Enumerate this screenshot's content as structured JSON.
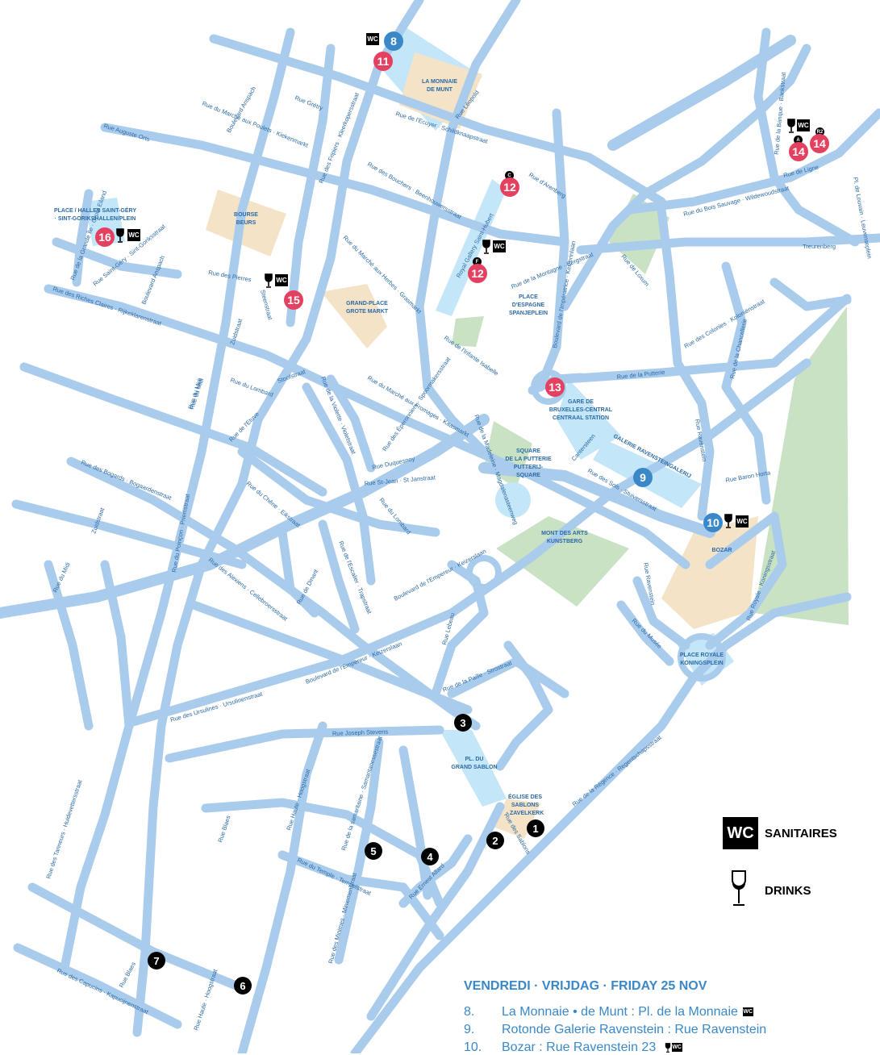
{
  "colors": {
    "road": "#a9cbec",
    "square": "#c4e6f9",
    "building": "#f4e3c7",
    "park": "#c9e2c4",
    "accent_blue": "#3a88c8",
    "accent_red": "#e4405f",
    "label_blue": "#2b6aa5"
  },
  "places": {
    "monnaie": [
      "LA MONNAIE",
      "DE MUNT"
    ],
    "bourse": [
      "BOURSE",
      "BEURS"
    ],
    "grand_place": [
      "GRAND-PLACE",
      "GROTE MARKT"
    ],
    "saint_gery": [
      "PLACE / HALLES SAINT-GÉRY",
      "· SINT-GORIKSHALLEN/PLEIN"
    ],
    "espagne": [
      "PLACE",
      "D'ESPAGNE",
      "SPANJEPLEIN"
    ],
    "gare_central": [
      "GARE DE",
      "BRUXELLES-CENTRAL",
      "CENTRAAL STATION"
    ],
    "putterie": [
      "SQUARE",
      "DE LA PUTTERIE",
      "PUTTERIJ-",
      "SQUARE"
    ],
    "ravenstein": "GALERIE RAVENSTEINGALERIJ",
    "mont_des_arts": [
      "MONT DES ARTS",
      "KUNSTBERG"
    ],
    "bozar": "BOZAR",
    "place_royale": [
      "PLACE ROYALE",
      "KONINGSPLEIN"
    ],
    "grand_sablon": [
      "PL. DU",
      "GRAND SABLON"
    ],
    "sablons": [
      "ÉGLISE DES",
      "SABLONS",
      "· ZAVELKERK"
    ]
  },
  "streets": {
    "s1": "Rue Auguste Orts",
    "s2": "Rue du Marché aux Poulets · Kiekenmarkt",
    "s3": "Boulevard Anspach",
    "s4": "Rue Grétry",
    "s5": "Rue des Fripiers · Kleerkopersstraat",
    "s6": "Rue de l'Ecuyer · Schildknaapstraat",
    "s7": "Rue Léopold",
    "s8": "Rue des Bouchers · Beenhouwersstraat",
    "s9": "Rue du Marché aux Herbes · Grasmarkt",
    "s10": "Royal Gallery Saint-Hubert",
    "s11": "Rue de la Montagne · Bergstraat",
    "s12": "Rue d'Arenberg",
    "s13": "Boulevard de l'Impératrice · Keizerinlaan",
    "s14": "Rue de Loxum",
    "s15": "Rue du Bois Sauvage · Wildewoudstraat",
    "s16": "Treurenberg",
    "s17": "Rue de la Banque · Bankstraat",
    "s18": "Rue de Ligne",
    "s19": "Pl. de Louvain · Leuvenseplein",
    "s20": "Rue des Colonies · Koloniënstraat",
    "s21": "Rue de la Chancellerie",
    "s22": "Rue de la Putterie",
    "s23": "Rue Ravenstein",
    "s24": "Cantersteen",
    "s25": "Rue des Sols · Stuiversstraat",
    "s26": "Rue Baron Horta",
    "s27": "Rue Royale · Koningsstraat",
    "s28": "Rue du Musée",
    "s29": "Rue Ravenstein",
    "s30": "Rue des Pierres",
    "s31": "Steenstraat",
    "s32": "Rue des Riches Claires · Rijkeklarenstraat",
    "s33": "Rue du Midi",
    "s34": "Zuidstraat",
    "s35": "Rue du Lombard",
    "s36": "Rue de l'Etuve",
    "s37": "Stoofstraat",
    "s38": "Rue de la Violette · Violetstraat",
    "s39": "Rue du Marché aux Fromages · Kaasmarkt",
    "s40": "Rue des Éperonniers · Spoormakersstraat",
    "s41": "Rue de l'Infante Isabelle",
    "s42": "Rue de la Madeleine · Magdalenasteenweg",
    "s43": "Rue Duquesnoy",
    "s44": "Rue St-Jean · St Janstraat",
    "s45": "Rue du Lombard",
    "s46": "Rue du Chêne · Eikstraat",
    "s47": "Rue des Bogards · Bogaardenstraat",
    "s48": "Rue du Poinçon · Priemstraat",
    "s49": "Rue des Alexiens · Cellebroersstraat",
    "s50": "Rue de Dinant",
    "s51": "Rue de l'Escalier · Trapstraat",
    "s52": "Boulevard de l'Empereur · Keizerslaan",
    "s53": "Rue Lebeau",
    "s54": "Boulevard de l'Empereur · Keizerslaan",
    "s55": "Rue des Ursulines · Ursulinenstraat",
    "s56": "Rue de la Paille · Strostraat",
    "s57": "Rue Joseph Stevens",
    "s58": "Rue de la Régence · Regentschapsstraat",
    "s59": "Rue des Sablons",
    "s60": "Rue Ernest Allard",
    "s61": "Rue du Temple · Tempelstraat",
    "s62": "Rue des Minimes · Miniemenstraat",
    "s63": "Rue de la samaritaine · Samaritanessestraat",
    "s64": "Rue Haute · Hoogstraat",
    "s65": "Rue Blaes",
    "s66": "Rue des Tanneurs · Huidevettersstraat",
    "s67": "Rue des Capucins · Kapucijnenstraat",
    "s68": "Rue Blaes",
    "s69": "Rue Haute · Hoogstraat",
    "s70": "Rue de la Grande Île · Groot Eiland",
    "s71": "Rue Saint-Géry · Sint-Goriksstraat",
    "s72": "Rue du Midi",
    "s73": "Zuidstraat",
    "s74": "Boulevard Anspach",
    "s75": "Rue du Midi"
  },
  "markers": {
    "m8": "8",
    "m11": "11",
    "m12a": "12",
    "m12b": "12",
    "m13": "13",
    "m14a": "14",
    "m14b": "14",
    "m15": "15",
    "m16": "16",
    "m9": "9",
    "m10": "10",
    "b1": "1",
    "b2": "2",
    "b3": "3",
    "b4": "4",
    "b5": "5",
    "b6": "6",
    "b7": "7",
    "subs": {
      "c1": "C",
      "c2": "F",
      "c3": "A",
      "c4": "R2"
    },
    "wc": "WC"
  },
  "legend": {
    "wc_box": "WC",
    "sanitaires": "SANITAIRES",
    "drinks": "DRINKS",
    "icons": [
      "wc-icon",
      "wine-glass-icon"
    ]
  },
  "schedule": {
    "title": "VENDREDI · VRIJDAG · FRIDAY 25 NOV",
    "items": [
      {
        "num": "8.",
        "text": "La Monnaie • de Munt : Pl. de la Monnaie",
        "wc": "WC"
      },
      {
        "num": "9.",
        "text": "Rotonde Galerie Ravenstein : Rue Ravenstein",
        "wc": ""
      },
      {
        "num": "10.",
        "text": "Bozar : Rue Ravenstein 23",
        "wc": "WC"
      }
    ]
  }
}
